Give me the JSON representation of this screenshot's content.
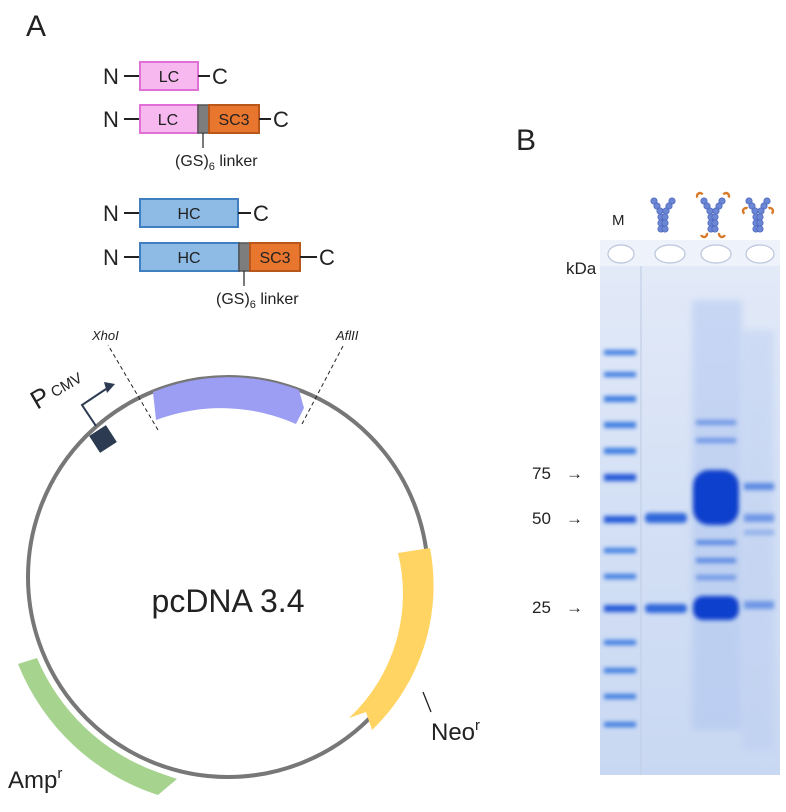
{
  "panel_a": {
    "label": "A",
    "constructs": {
      "n": "N",
      "c": "C",
      "lc": "LC",
      "hc": "HC",
      "sc3": "SC3",
      "linker_prefix": "(GS)",
      "linker_sub": "6",
      "linker_suffix": " linker"
    },
    "plasmid": {
      "name": "pcDNA 3.4",
      "site_left": "XhoI",
      "site_right": "AflII",
      "promoter": "P",
      "promoter_sub": "CMV",
      "neo": "Neo",
      "neo_sup": "r",
      "amp": "Amp",
      "amp_sup": "r"
    }
  },
  "panel_b": {
    "label": "B",
    "marker_lane": "M",
    "unit": "kDa",
    "ladder_marks": [
      "75",
      "50",
      "25"
    ],
    "arrow": "→"
  },
  "colors": {
    "lc_fill": "#f7b8f0",
    "lc_stroke": "#e06fd6",
    "hc_fill": "#8dbbe6",
    "hc_stroke": "#3f7fbf",
    "sc3_fill": "#e8762e",
    "sc3_stroke": "#b9561a",
    "linker": "#7d7d7d",
    "insert": "#9b9ef3",
    "neo": "#ffd462",
    "amp": "#a6d38e",
    "backbone": "#777777",
    "promoter": "#2d3b52",
    "gel": "#dbe5f7",
    "band": "#1a4fd6",
    "antibody": "#6c86d6",
    "sc3_tag": "#d97a2a"
  }
}
